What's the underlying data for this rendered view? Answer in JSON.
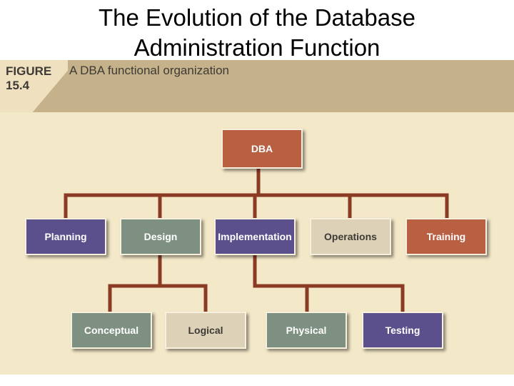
{
  "slide": {
    "title_line1": "The Evolution of the Database",
    "title_line2": "Administration Function"
  },
  "figure": {
    "label_line1": "FIGURE",
    "label_line2": "15.4",
    "caption": "A DBA functional organization"
  },
  "org_chart": {
    "root": "DBA",
    "functions": [
      "Planning",
      "Design",
      "Implementation",
      "Operations",
      "Training"
    ],
    "design_children": [
      "Conceptual",
      "Logical"
    ],
    "implementation_children": [
      "Physical",
      "Testing"
    ]
  },
  "colors": {
    "connector": "#8b3b24",
    "purple": "#5b4f8c",
    "green": "#7e9081",
    "rust": "#b95f42",
    "tan": "#ddd2b8"
  }
}
